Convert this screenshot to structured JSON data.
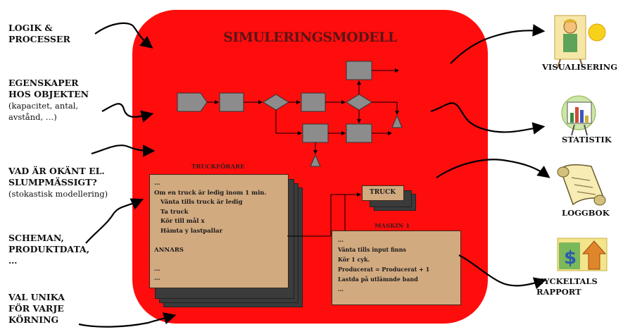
{
  "title": "SIMULERINGSMODELL",
  "left_labels": [
    {
      "lines": [
        "LOGIK &",
        "PROCESSER"
      ],
      "sub": []
    },
    {
      "lines": [
        "EGENSKAPER",
        "HOS OBJEKTEN"
      ],
      "sub": [
        "(kapacitet, antal,",
        "avstånd, …)"
      ]
    },
    {
      "lines": [
        "VAD ÄR OKÄNT EL.",
        "SLUMPMÄSSIGT?"
      ],
      "sub": [
        "(stokastisk modellering)"
      ]
    },
    {
      "lines": [
        "SCHEMAN,",
        "PRODUKTDATA,",
        "…"
      ],
      "sub": []
    },
    {
      "lines": [
        "VAL UNIKA",
        "FÖR VARJE",
        "KÖRNING"
      ],
      "sub": []
    }
  ],
  "right_labels": [
    "VISUALISERING",
    "STATISTIK",
    "LOGGBOK",
    "NYCKELTALS RAPPORT"
  ],
  "truckforare": {
    "title": "TRUCKFÖRARE",
    "lines": [
      "…",
      "Om en truck är ledig inom 1 min.",
      "   Vänta tills truck är ledig",
      "   Ta truck",
      "   Kör till mål x",
      "   Hämta y lastpallar",
      "",
      "ANNARS",
      "",
      "…",
      "…"
    ]
  },
  "truck": {
    "label": "TRUCK"
  },
  "maskin": {
    "title": "MASKIN 1",
    "lines": [
      "…",
      "Vänta tills input finns",
      "Kör 1 cyk.",
      "Producerat = Producerat + 1",
      "Lastda på utlämnde band",
      "…"
    ]
  },
  "colors": {
    "red": "#ff0d0d",
    "card": "#d2aa80",
    "flow_box": "#8c8c8c"
  }
}
